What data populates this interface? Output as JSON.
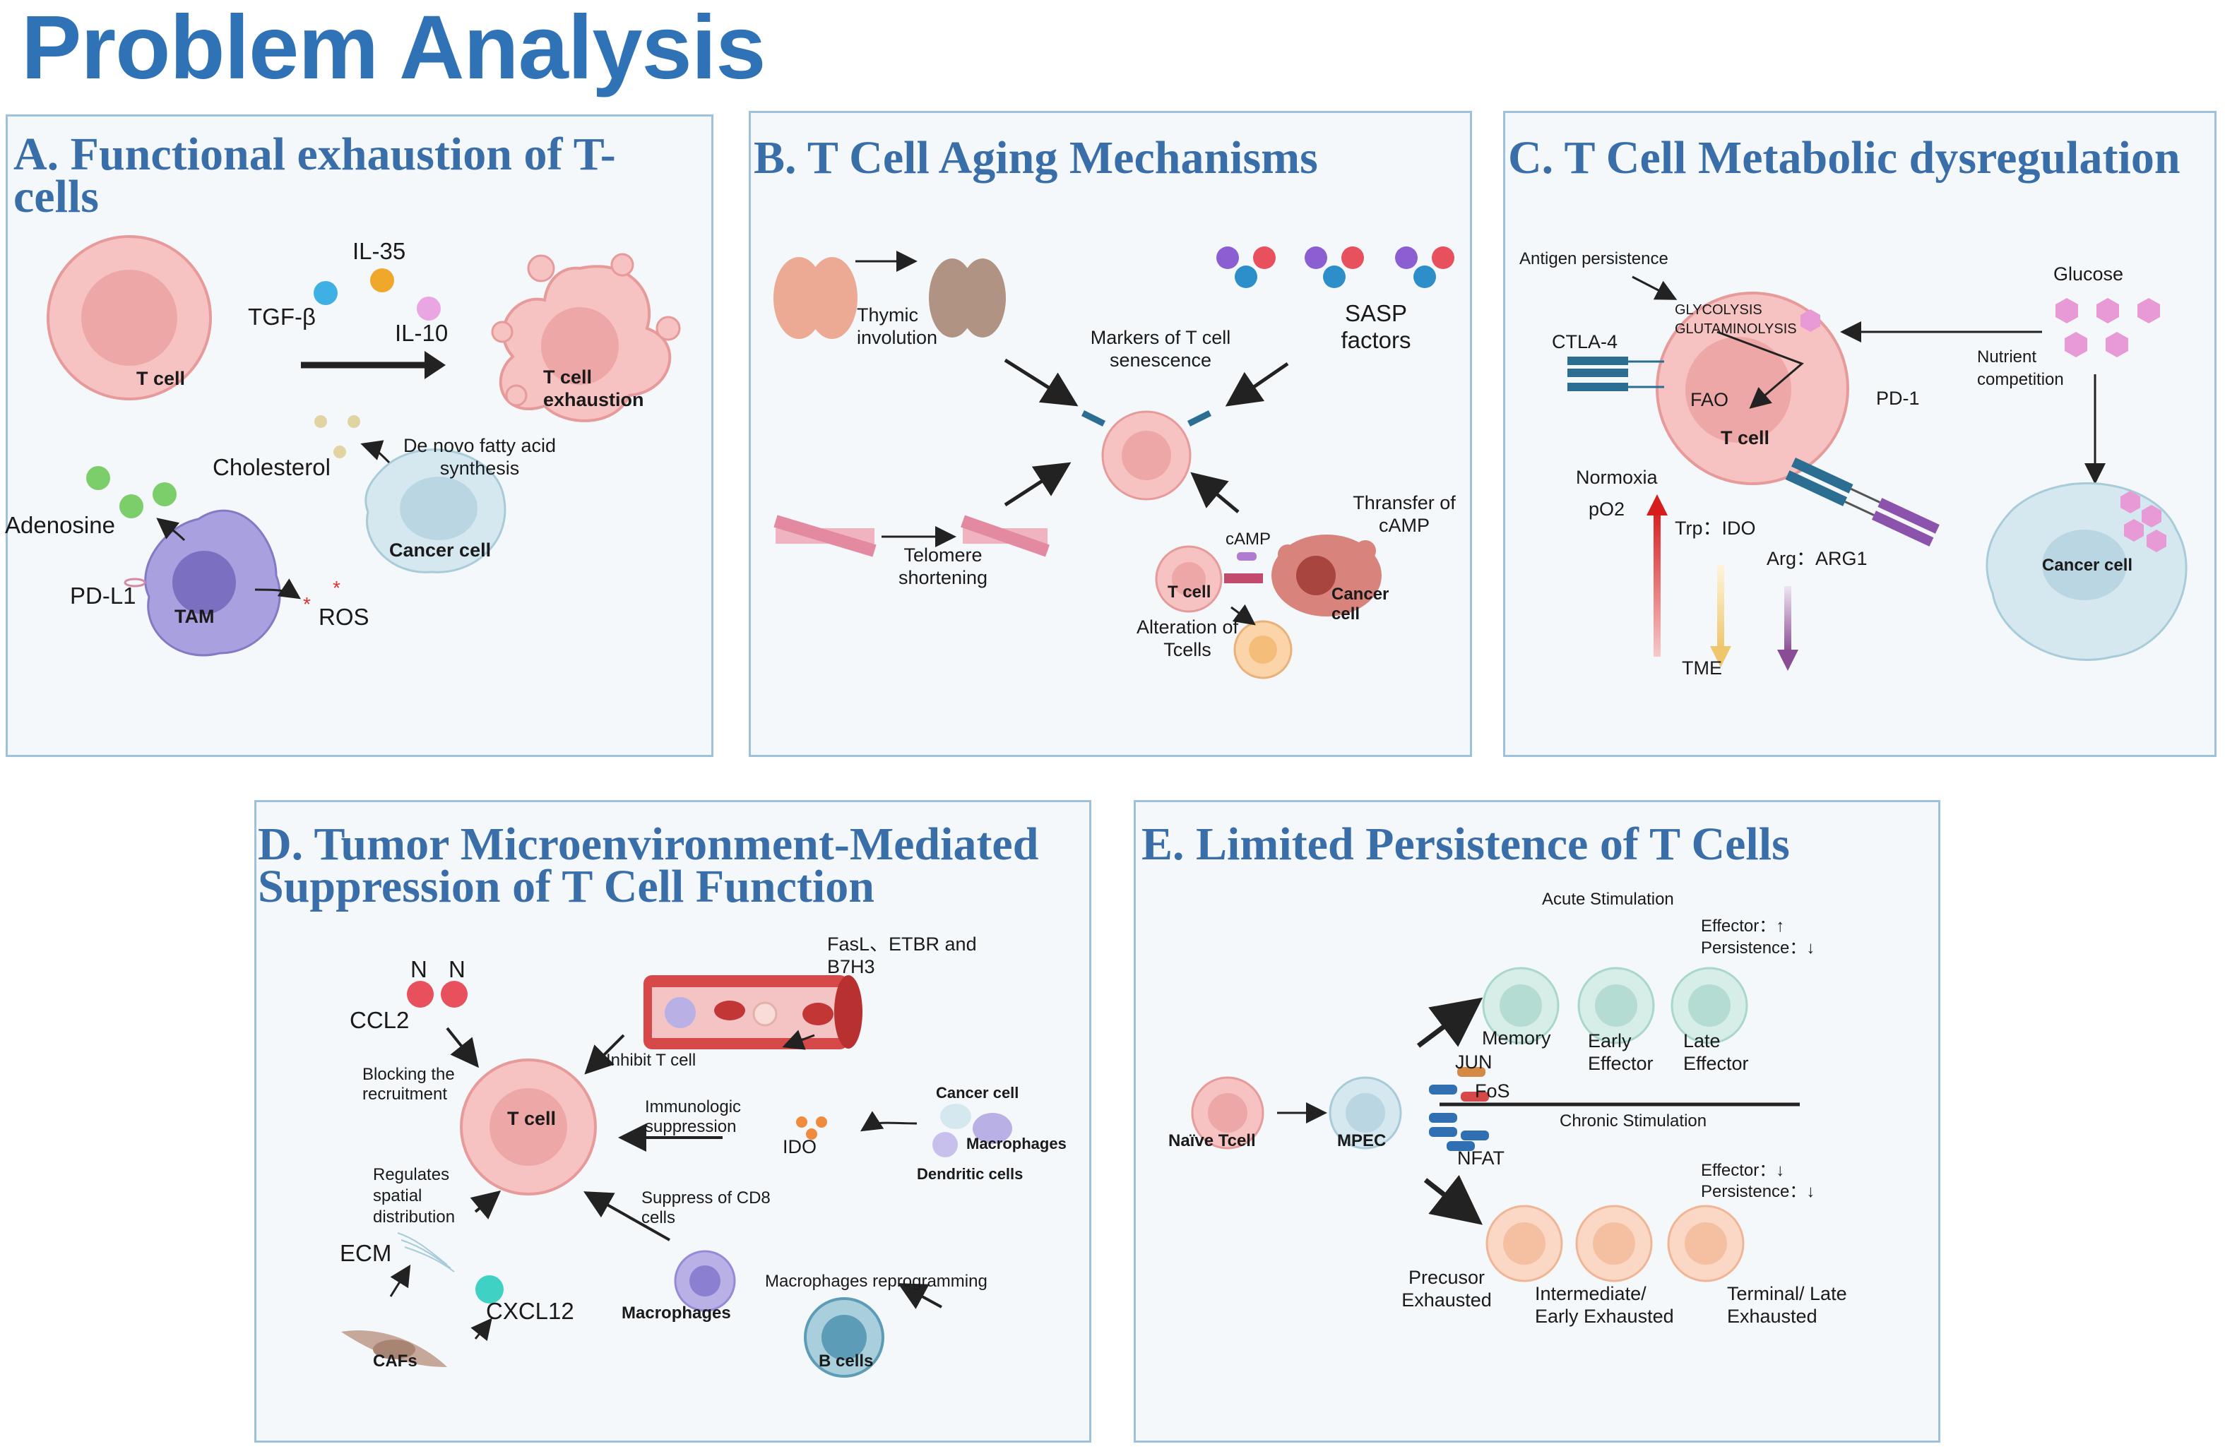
{
  "page_title": "Problem Analysis",
  "panel_a": {
    "title": "A. Functional exhaustion of T-cells",
    "t_cell": "T cell",
    "t_cell_exhaustion": "T cell exhaustion",
    "il35": "IL-35",
    "tgf": "TGF-β",
    "il10": "IL-10",
    "cholesterol": "Cholesterol",
    "de_novo": "De novo  fatty acid synthesis",
    "cancer_cell": "Cancer cell",
    "adenosine": "Adenosine",
    "pdl1": "PD-L1",
    "tam": "TAM",
    "ros": "ROS"
  },
  "panel_b": {
    "title": "B. T Cell Aging Mechanisms",
    "thymic": "Thymic involution",
    "markers": "Markers of T cell senescence",
    "sasp": "SASP factors",
    "telomere": "Telomere shortening",
    "camp": "cAMP",
    "transfer": "Thransfer of cAMP",
    "t_cell": "T cell",
    "cancer_cell": "Cancer cell",
    "alteration": "Alteration of Tcells"
  },
  "panel_c": {
    "title": "C. T Cell Metabolic dysregulation",
    "antigen": "Antigen persistence",
    "glucose": "Glucose",
    "glycolysis": "GLYCOLYSIS",
    "glutaminolysis": "GLUTAMINOLYSIS",
    "ctla4": "CTLA-4",
    "fao": "FAO",
    "t_cell": "T cell",
    "pd1": "PD-1",
    "nutrient": "Nutrient competition",
    "normoxia": "Normoxia",
    "po2": "pO2",
    "trp": "Trp：IDO",
    "arg": "Arg：ARG1",
    "tme": "TME",
    "cancer_cell": "Cancer cell"
  },
  "panel_d": {
    "title": "D. Tumor Microenvironment-Mediated Suppression of T Cell Function",
    "n1": "N",
    "n2": "N",
    "ccl2": "CCL2",
    "fasl": "FasL、ETBR and B7H3",
    "blocking": "Blocking the recruitment",
    "inhibit": "Inhibit T cell",
    "t_cell": "T cell",
    "immunologic": "Immunologic suppression",
    "cancer_cell": "Cancer cell",
    "macrophages": "Macrophages",
    "ido": "IDO",
    "dendritic": "Dendritic cells",
    "regulates": "Regulates spatial distribution",
    "suppress": "Suppress of CD8 cells",
    "ecm": "ECM",
    "macro_reprog": "Macrophages reprogramming",
    "cxcl12": "CXCL12",
    "macrophages2": "Macrophages",
    "cafs": "CAFs",
    "b_cells": "B cells"
  },
  "panel_e": {
    "title": "E. Limited Persistence of T Cells",
    "acute": "Acute Stimulation",
    "effector_up": "Effector：↑",
    "persistence_down": "Persistence：↓",
    "memory": "Memory",
    "early_effector": "Early Effector",
    "late_effector": "Late Effector",
    "jun": "JUN",
    "fos": "FoS",
    "naive": "Naïve Tcell",
    "mpec": "MPEC",
    "chronic": "Chronic Stimulation",
    "nfat": "NFAT",
    "effector_down": "Effector：↓",
    "persistence_down2": "Persistence：↓",
    "precursor": "Precusor Exhausted",
    "intermediate": "Intermediate/ Early Exhausted",
    "terminal": "Terminal/ Late Exhausted"
  },
  "colors": {
    "title_blue": "#2f73b6",
    "panel_title_blue": "#3a6ea8",
    "panel_border": "#9fc2dc",
    "panel_bg": "#f4f8fb",
    "t_cell_pink": "#f4b6b6",
    "cancer_blue": "#cfe3ec",
    "tam_purple": "#a9a0df",
    "exhausted_orange": "#f9cdb4",
    "memory_teal": "#c9e8e2"
  }
}
